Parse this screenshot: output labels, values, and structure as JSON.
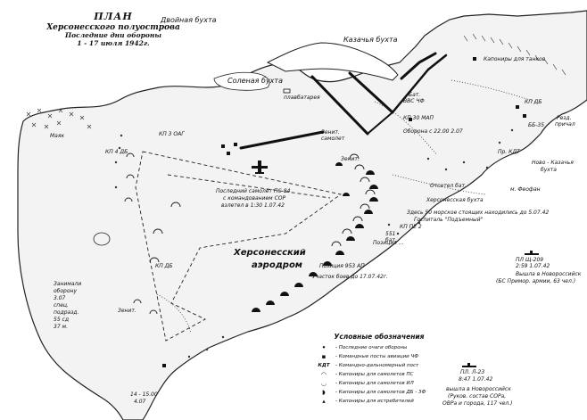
{
  "title": {
    "line1": "ПЛАН",
    "line2": "Херсонесского полуострова",
    "line3": "Последние дни обороны",
    "line4": "1 - 17 июля 1942г."
  },
  "places": {
    "dvoynaya": "Двойная бухта",
    "kazachya": "Казачья бухта",
    "solenaya": "Соленая бухта",
    "plavbatareya": "плавбатарея",
    "mayak": "Маяк",
    "mayak_label": "Маяк",
    "khersones_airfield_1": "Херсонесский",
    "khersones_airfield_2": "аэродром",
    "novo_kazachya_1": "Ново - Казачья",
    "novo_kazachya_2": "бухта",
    "kaponiry_tankov": "Капониры для танков",
    "khersones_bukhta": "Херсонесская бухта",
    "mys_feofan": "м. Феофан",
    "prichal_1": "Резд.",
    "prichal_2": "причал",
    "pr_kdt": "Пр. КДТ"
  },
  "map_labels": {
    "kp3oag": "КП 3 ОАГ",
    "kp4db": "КП 4 ДБ",
    "kpdb": "КП ДБ",
    "kp30map_1": "КП 30 МАП",
    "kp30map_2": "Оборона с 22.00 2.07",
    "bat_vvs_1": "Бат.",
    "bat_vvs_2": "ВВС ЧФ",
    "zenit_1": "Зенит.",
    "zenit_2": "самолет",
    "zenit_3": "Зенит.",
    "db35": "ББ-35",
    "kpdb2": "КП ДБ",
    "ottetel": "Отсетел бат.",
    "kp_pe2": "КП ПЕ 2",
    "bat551_1": "551",
    "bat551_2": "бат.",
    "pozitsiya": "Позиция ...",
    "plane_1": "Последний самолет ПС-84",
    "plane_2": "с командованием СОР",
    "plane_3": "взлетел в 1:30 1.07.42",
    "zdes50_1": "Здесь 50 морское стоящих находились до 5.07.42",
    "gospital": "Госпиталь \"Подъемный\"",
    "bat953": "Позиция 953 АП",
    "uchastok": "Участок боев до 17.07.42г.",
    "left_1": "Занимали",
    "left_2": "оборону",
    "left_3": "3.07",
    "left_4": "спец.",
    "left_5": "подразд.",
    "left_6": "55 сд",
    "left_7": "37 м.",
    "zenit_left": "Зенит.",
    "bottom_1": "14 - 15.00",
    "bottom_2": "4.07"
  },
  "ships": {
    "shch209_1": "ПЛ Щ-209",
    "shch209_2": "2:59 1.07.42",
    "shch209_3": "Вышла в Новороссийск",
    "shch209_4": "(БС Примор. армии, 63 чел.)",
    "l23_1": "ПЛ. Л-23",
    "l23_2": "8:47 1.07.42",
    "l23_3": "вышла в Новороссийск",
    "l23_4": "(Руков. состав СОРа,",
    "l23_5": "ОВРа и города, 117 чел.)"
  },
  "legend": {
    "heading": "Условные обозначения",
    "items": [
      {
        "symbol": "•",
        "text": "- Последние очаги обороны"
      },
      {
        "symbol": "▪",
        "text": "- Командные посты авиации ЧФ"
      },
      {
        "symbol": "КДТ",
        "text": "- Командно-дальномерный пост"
      },
      {
        "symbol": "◠",
        "text": "- Капониры для самолетов ПС"
      },
      {
        "symbol": "◡",
        "text": "- Капониры для самолетов ИЛ"
      },
      {
        "symbol": "◗",
        "text": "- Капониры для самолетов ДБ - 3Ф"
      },
      {
        "symbol": "▴",
        "text": "- Капониры для истребителей"
      }
    ]
  }
}
